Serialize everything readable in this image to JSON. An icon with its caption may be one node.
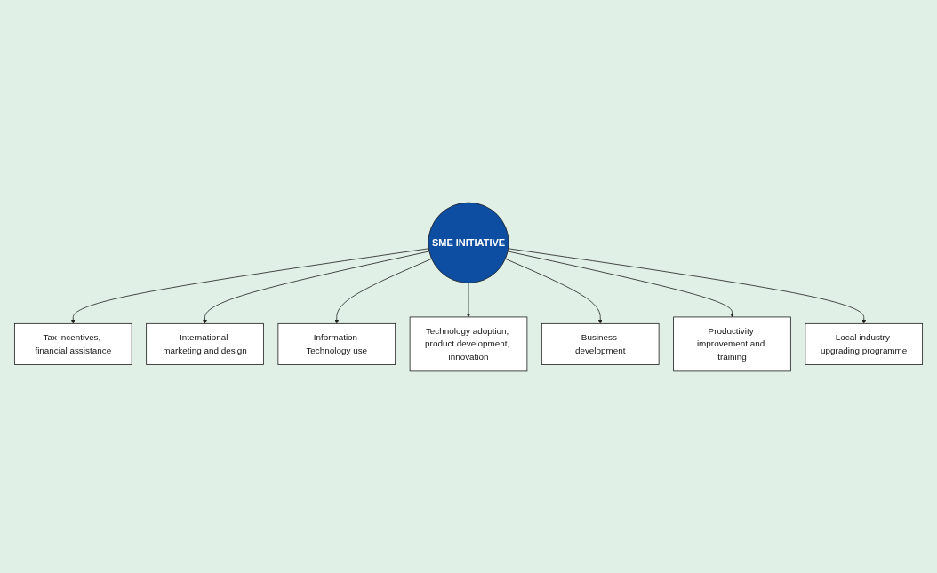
{
  "diagram": {
    "nodes": [
      {
        "text": [
          "Tax incentives, financial assistance"
        ]
      },
      {
        "text": [
          "International marketing and design"
        ]
      },
      {
        "text": [
          "Information Technology use"
        ]
      },
      {
        "text": [
          "SME INITIATIVE"
        ]
      },
      {
        "text": [
          "Technology adoption, product development, innovation"
        ]
      },
      {
        "text": [
          "Business development"
        ]
      },
      {
        "text": [
          "Productivity improvement and training"
        ]
      },
      {
        "text": [
          "Local industry upgrading programme"
        ]
      }
    ],
    "edges": [
      {
        "from": 3,
        "to": 0,
        "arrow": "to"
      },
      {
        "from": 3,
        "to": 1,
        "arrow": "to"
      },
      {
        "from": 3,
        "to": 2,
        "arrow": "to"
      },
      {
        "from": 3,
        "to": 4,
        "arrow": "to"
      },
      {
        "from": 3,
        "to": 5,
        "arrow": "to"
      },
      {
        "from": 3,
        "to": 6,
        "arrow": "to"
      },
      {
        "from": 3,
        "to": 7,
        "arrow": "to"
      }
    ]
  }
}
